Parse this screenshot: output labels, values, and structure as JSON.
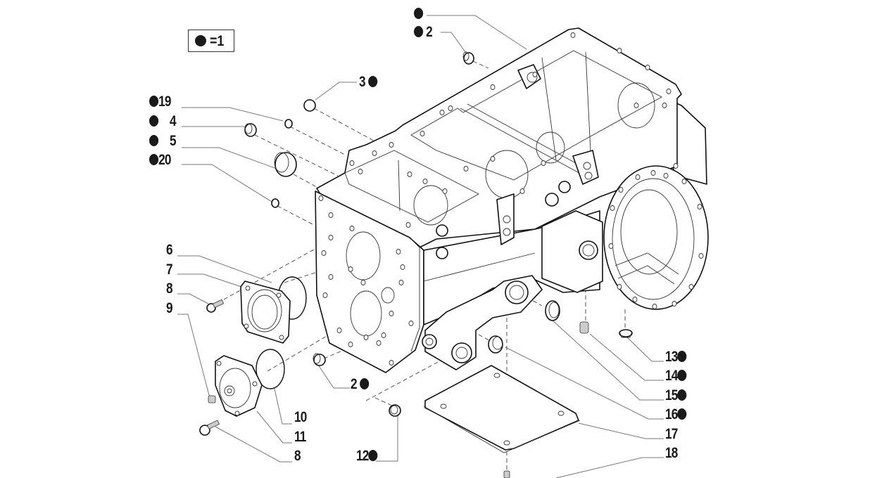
{
  "diagram": {
    "title": "Transmission housing exploded view",
    "legend": {
      "symbol": "filled-dot",
      "text": "=1"
    },
    "callouts": [
      {
        "id": "1",
        "text": "",
        "dot": true,
        "dot_side": "left"
      },
      {
        "id": "2a",
        "text": "2",
        "dot": true,
        "dot_side": "left"
      },
      {
        "id": "3",
        "text": "3",
        "dot": true,
        "dot_side": "right"
      },
      {
        "id": "19",
        "text": "19",
        "dot": true,
        "dot_side": "left"
      },
      {
        "id": "4",
        "text": "4",
        "dot": true,
        "dot_side": "left"
      },
      {
        "id": "5",
        "text": "5",
        "dot": true,
        "dot_side": "left"
      },
      {
        "id": "20",
        "text": "20",
        "dot": true,
        "dot_side": "left"
      },
      {
        "id": "6",
        "text": "6",
        "dot": false
      },
      {
        "id": "7",
        "text": "7",
        "dot": false
      },
      {
        "id": "8a",
        "text": "8",
        "dot": false
      },
      {
        "id": "9",
        "text": "9",
        "dot": false
      },
      {
        "id": "10",
        "text": "10",
        "dot": false
      },
      {
        "id": "11",
        "text": "11",
        "dot": false
      },
      {
        "id": "8b",
        "text": "8",
        "dot": false
      },
      {
        "id": "2b",
        "text": "2",
        "dot": true,
        "dot_side": "right"
      },
      {
        "id": "12",
        "text": "12",
        "dot": true,
        "dot_side": "right"
      },
      {
        "id": "13",
        "text": "13",
        "dot": true,
        "dot_side": "right"
      },
      {
        "id": "14",
        "text": "14",
        "dot": true,
        "dot_side": "right"
      },
      {
        "id": "15",
        "text": "15",
        "dot": true,
        "dot_side": "right"
      },
      {
        "id": "16",
        "text": "16",
        "dot": true,
        "dot_side": "right"
      },
      {
        "id": "17",
        "text": "17",
        "dot": false
      },
      {
        "id": "18",
        "text": "18",
        "dot": false
      }
    ],
    "parts": [
      "transmission-housing",
      "dowel-pin",
      "plug",
      "plug",
      "plug",
      "plug",
      "o-ring",
      "flange-cover",
      "bolt",
      "set-screw",
      "o-ring",
      "end-cover",
      "plug",
      "drain-plug",
      "breather-plug",
      "seal-ring",
      "plug",
      "bottom-cover-plate",
      "screw"
    ]
  }
}
